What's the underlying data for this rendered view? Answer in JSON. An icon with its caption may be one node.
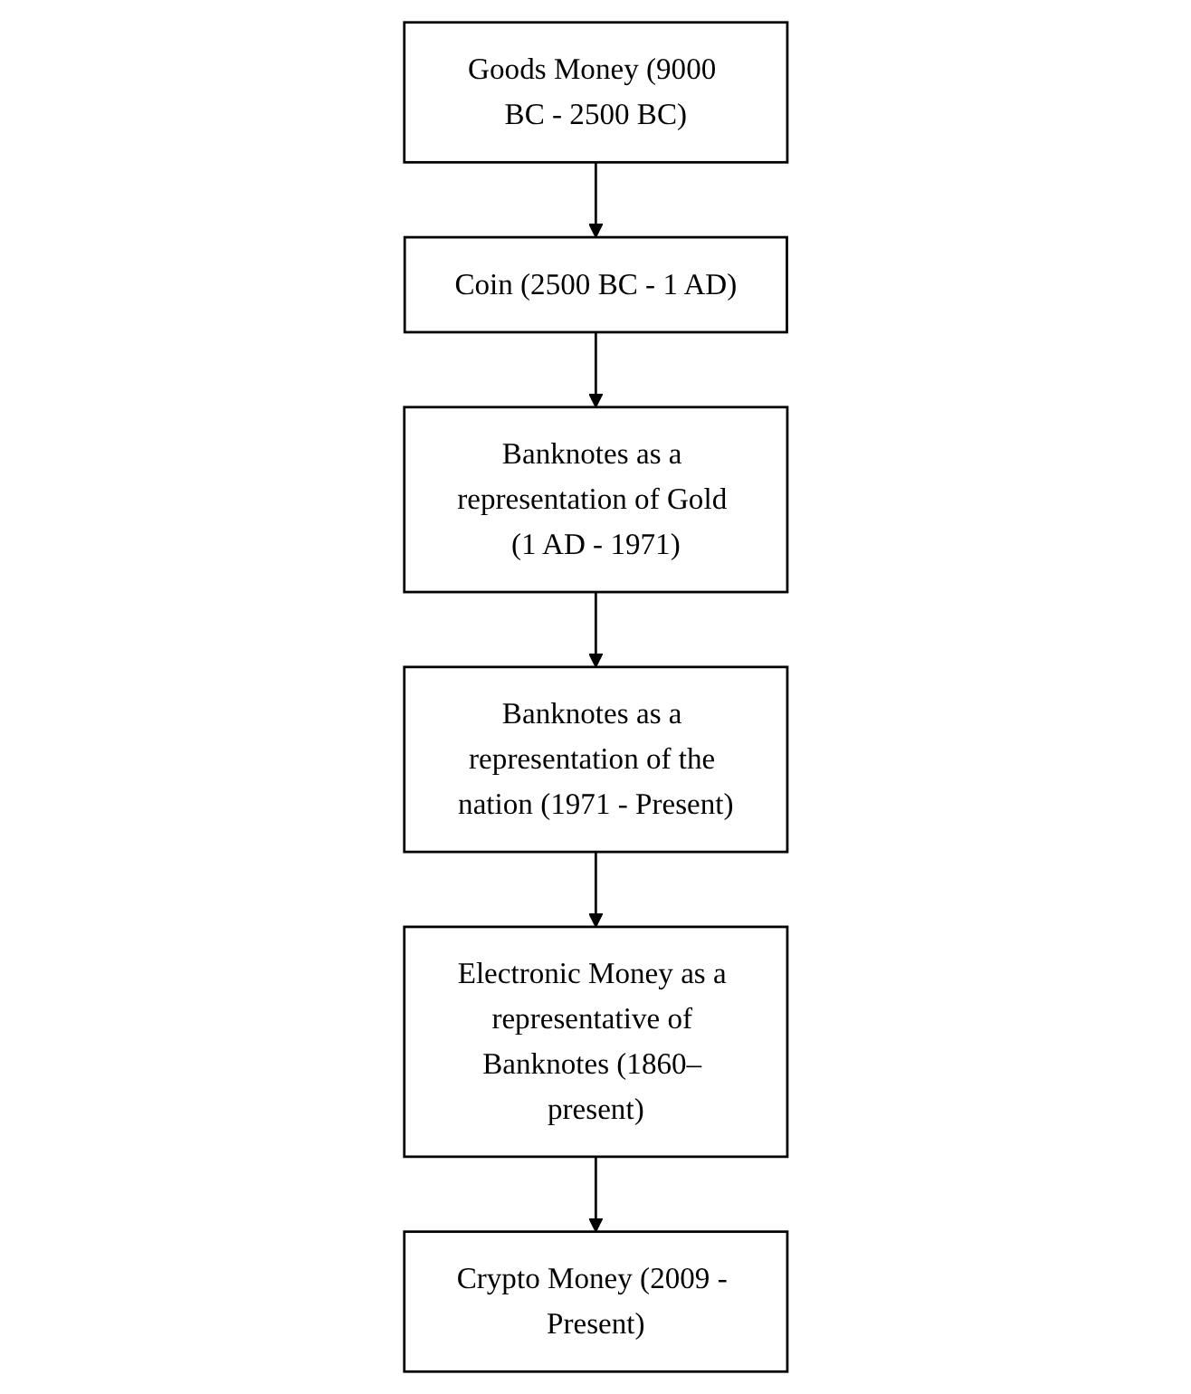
{
  "diagram": {
    "nodes": [
      {
        "text": [
          "Goods Money (9000 BC - 2500 BC)"
        ]
      },
      {
        "text": [
          "Coin (2500 BC - 1 AD)"
        ]
      },
      {
        "text": [
          "Banknotes as a representation of Gold (1 AD - 1971)"
        ]
      },
      {
        "text": [
          "Banknotes as a representation of the nation (1971 - Present)"
        ]
      },
      {
        "text": [
          "Electronic Money as a representative of Banknotes (1860– present)"
        ]
      },
      {
        "text": [
          "Crypto Money (2009 - Present)"
        ]
      }
    ],
    "edges": [
      {
        "from": 0,
        "to": 1,
        "arrow": "to"
      },
      {
        "from": 1,
        "to": 2,
        "arrow": "to"
      },
      {
        "from": 2,
        "to": 3,
        "arrow": "to"
      },
      {
        "from": 3,
        "to": 4,
        "arrow": "to"
      },
      {
        "from": 4,
        "to": 5,
        "arrow": "to"
      }
    ]
  }
}
